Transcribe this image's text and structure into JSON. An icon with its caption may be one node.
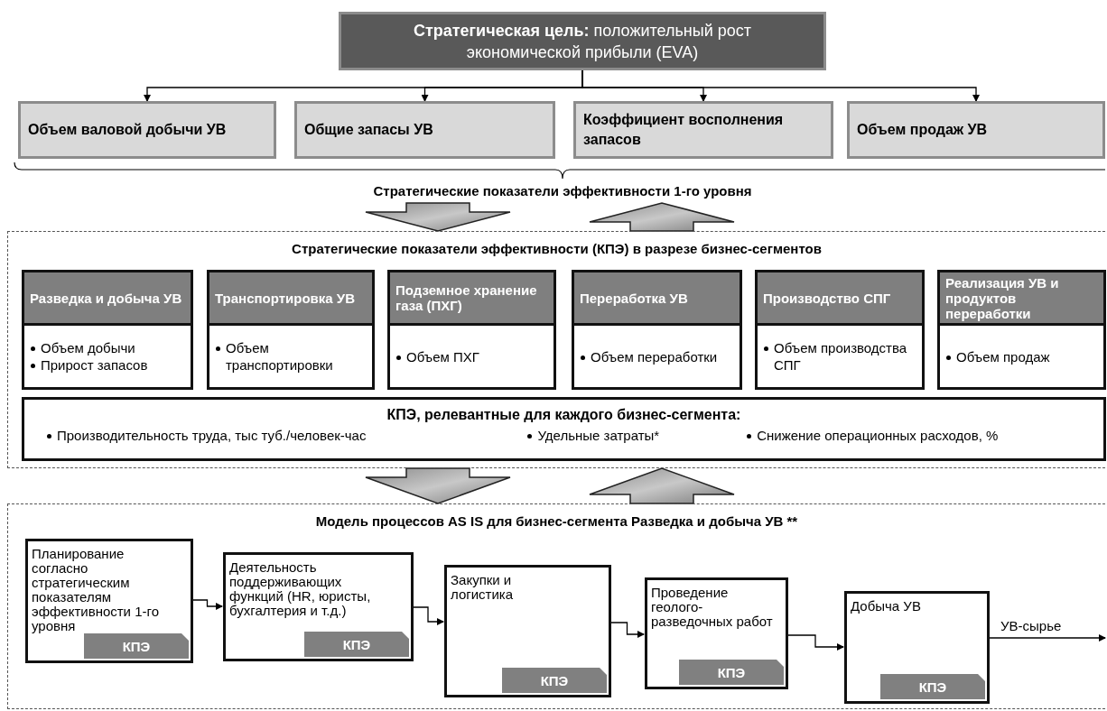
{
  "diagram": {
    "nodes": [
      {
        "text": [
          "**Стратегическая цель:** положительный рост экономической прибыли (EVA)"
        ]
      },
      {
        "text": [
          "Объем  валовой добычи УВ"
        ]
      },
      {
        "text": [
          "Общие запасы УВ"
        ]
      },
      {
        "text": [
          "Коэффициент восполнения запасов"
        ]
      },
      {
        "text": [
          "Объем  продаж УВ"
        ]
      },
      {
        "text": [
          "Стратегические  показатели эффективности (КПЭ) в разрезе бизнес-сегментов"
        ]
      },
      {
        "text": [
          "Разведка и добыча УВ",
          "Объем добычи",
          "Прирост запасов"
        ],
        "in": 5
      },
      {
        "text": [
          "Транспортировка УВ",
          "Объем транспортировки"
        ],
        "in": 5
      },
      {
        "text": [
          "Подземное хранение газа (ПХГ)",
          "Объем ПХГ"
        ],
        "in": 5
      },
      {
        "text": [
          "Переработка УВ",
          "Объем переработки"
        ],
        "in": 5
      },
      {
        "text": [
          "Производство СПГ",
          "Объем производства СПГ"
        ],
        "in": 5
      },
      {
        "text": [
          "Реализация УВ и продуктов переработки",
          "Объем продаж"
        ],
        "in": 5
      },
      {
        "text": [
          "КПЭ, релевантные для каждого бизнес-сегмента:",
          "Производительность труда, тыс туб./человек-час",
          "Удельные затраты*",
          "Снижение операционных расходов, %"
        ],
        "in": 5
      },
      {
        "text": [
          "Модель процессов AS IS для бизнес-сегмента Разведка и добыча УВ **"
        ]
      },
      {
        "text": [
          "Планирование согласно стратегическим показателям эффективности 1-го уровня",
          "КПЭ"
        ],
        "in": 13
      },
      {
        "text": [
          "Деятельность поддерживающих функций (HR, юристы, бухгалтерия и т.д.)",
          "КПЭ"
        ],
        "in": 13
      },
      {
        "text": [
          "Закупки и логистика",
          "КПЭ"
        ],
        "in": 13
      },
      {
        "text": [
          "Проведение геолого-разведочных работ",
          "КПЭ"
        ],
        "in": 13
      },
      {
        "text": [
          "Добыча УВ",
          "КПЭ"
        ],
        "in": 13
      }
    ],
    "edges": [
      {
        "from": 0,
        "to": 1,
        "arrow": "to"
      },
      {
        "from": 0,
        "to": 2,
        "arrow": "to"
      },
      {
        "from": 0,
        "to": 3,
        "arrow": "to"
      },
      {
        "from": 0,
        "to": 4,
        "arrow": "to"
      },
      {
        "from": null,
        "to": 5,
        "arrow": "to",
        "style": "thick"
      },
      {
        "from": 5,
        "to": null,
        "arrow": "to",
        "style": "thick"
      },
      {
        "from": 5,
        "to": 13,
        "arrow": "to",
        "style": "thick"
      },
      {
        "from": 13,
        "to": 5,
        "arrow": "to",
        "style": "thick"
      },
      {
        "from": 14,
        "to": 15,
        "arrow": "to"
      },
      {
        "from": 15,
        "to": 16,
        "arrow": "to"
      },
      {
        "from": 16,
        "to": 17,
        "arrow": "to"
      },
      {
        "from": 17,
        "to": 18,
        "arrow": "to"
      },
      {
        "from": 18,
        "to": null,
        "arrow": "to",
        "label": "УВ-сырье"
      }
    ],
    "labels": [
      "Стратегические показатели эффективности 1-го уровня"
    ]
  }
}
